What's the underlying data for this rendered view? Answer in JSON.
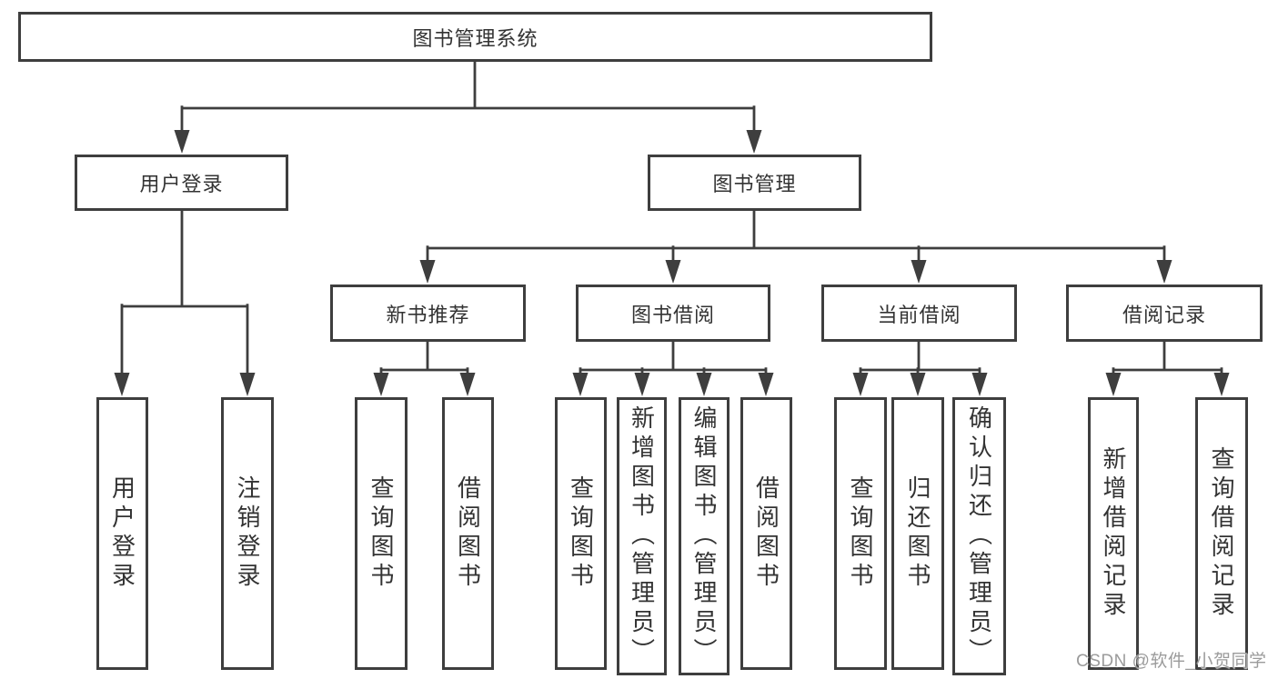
{
  "tree": {
    "label": "图书管理系统",
    "children": [
      {
        "label": "用户登录",
        "children": [
          {
            "label": "用户登录"
          },
          {
            "label": "注销登录"
          }
        ]
      },
      {
        "label": "图书管理",
        "children": [
          {
            "label": "新书推荐",
            "children": [
              {
                "label": "查询图书"
              },
              {
                "label": "借阅图书"
              }
            ]
          },
          {
            "label": "图书借阅",
            "children": [
              {
                "label": "查询图书"
              },
              {
                "label": "新增图书（管理员）"
              },
              {
                "label": "编辑图书（管理员）"
              },
              {
                "label": "借阅图书"
              }
            ]
          },
          {
            "label": "当前借阅",
            "children": [
              {
                "label": "查询图书"
              },
              {
                "label": "归还图书"
              },
              {
                "label": "确认归还（管理员）"
              }
            ]
          },
          {
            "label": "借阅记录",
            "children": [
              {
                "label": "新增借阅记录"
              },
              {
                "label": "查询借阅记录"
              }
            ]
          }
        ]
      }
    ]
  },
  "watermark": {
    "text": "CSDN @软件_小贺同学"
  },
  "colors": {
    "line": "#3e3e3e",
    "text": "#333333",
    "watermark": "#9b9b9b",
    "background": "#ffffff"
  }
}
